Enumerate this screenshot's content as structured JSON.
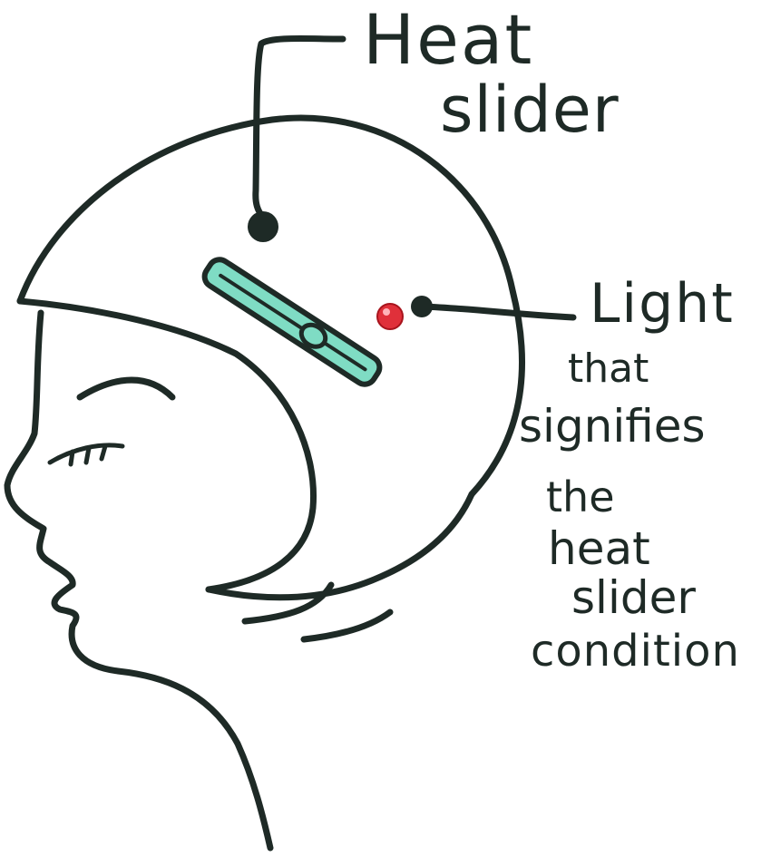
{
  "annotations": {
    "heat_slider": {
      "line1": "Heat",
      "line2": "slider"
    },
    "light": {
      "line1": "Light",
      "line2": "that",
      "line3": "signifies",
      "line4": "the",
      "line5": "heat",
      "line6": "slider",
      "line7": "condition"
    }
  },
  "colors": {
    "ink": "#1e2a26",
    "slider_fill": "#7fdcc4",
    "light": "#e0303a"
  }
}
